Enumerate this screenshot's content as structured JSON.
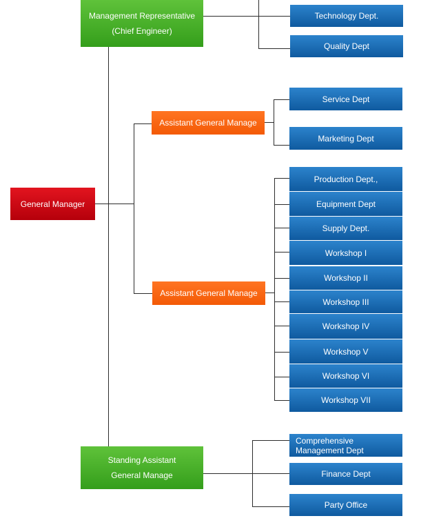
{
  "general_manager": "General Manager",
  "management_rep": {
    "line1": "Management Representative",
    "line2": "(Chief Engineer)"
  },
  "agm_a": "Assistant General Manage",
  "agm_b": "Assistant General Manage",
  "standing_agm": {
    "line1": "Standing Assistant",
    "line2": "General Manage"
  },
  "depts": {
    "technology": "Technology Dept.",
    "quality": "Quality Dept",
    "service": "Service Dept",
    "marketing": "Marketing  Dept",
    "production": "Production Dept.,",
    "equipment": "Equipment Dept",
    "supply": "Supply Dept.",
    "ws1": "Workshop I",
    "ws2": "Workshop II",
    "ws3": "Workshop III",
    "ws4": "Workshop IV",
    "ws5": "Workshop V",
    "ws6": "Workshop VI",
    "ws7": "Workshop VII",
    "comprehensive": {
      "line1": "Comprehensive",
      "line2": "Management Dept"
    },
    "finance": "Finance Dept",
    "party": "Party Office"
  },
  "colors": {
    "general_manager": "#c80a14",
    "management": "#43ae26",
    "assistant": "#fa650f",
    "department": "#1a6db5",
    "connector": "#2b2b2b"
  }
}
